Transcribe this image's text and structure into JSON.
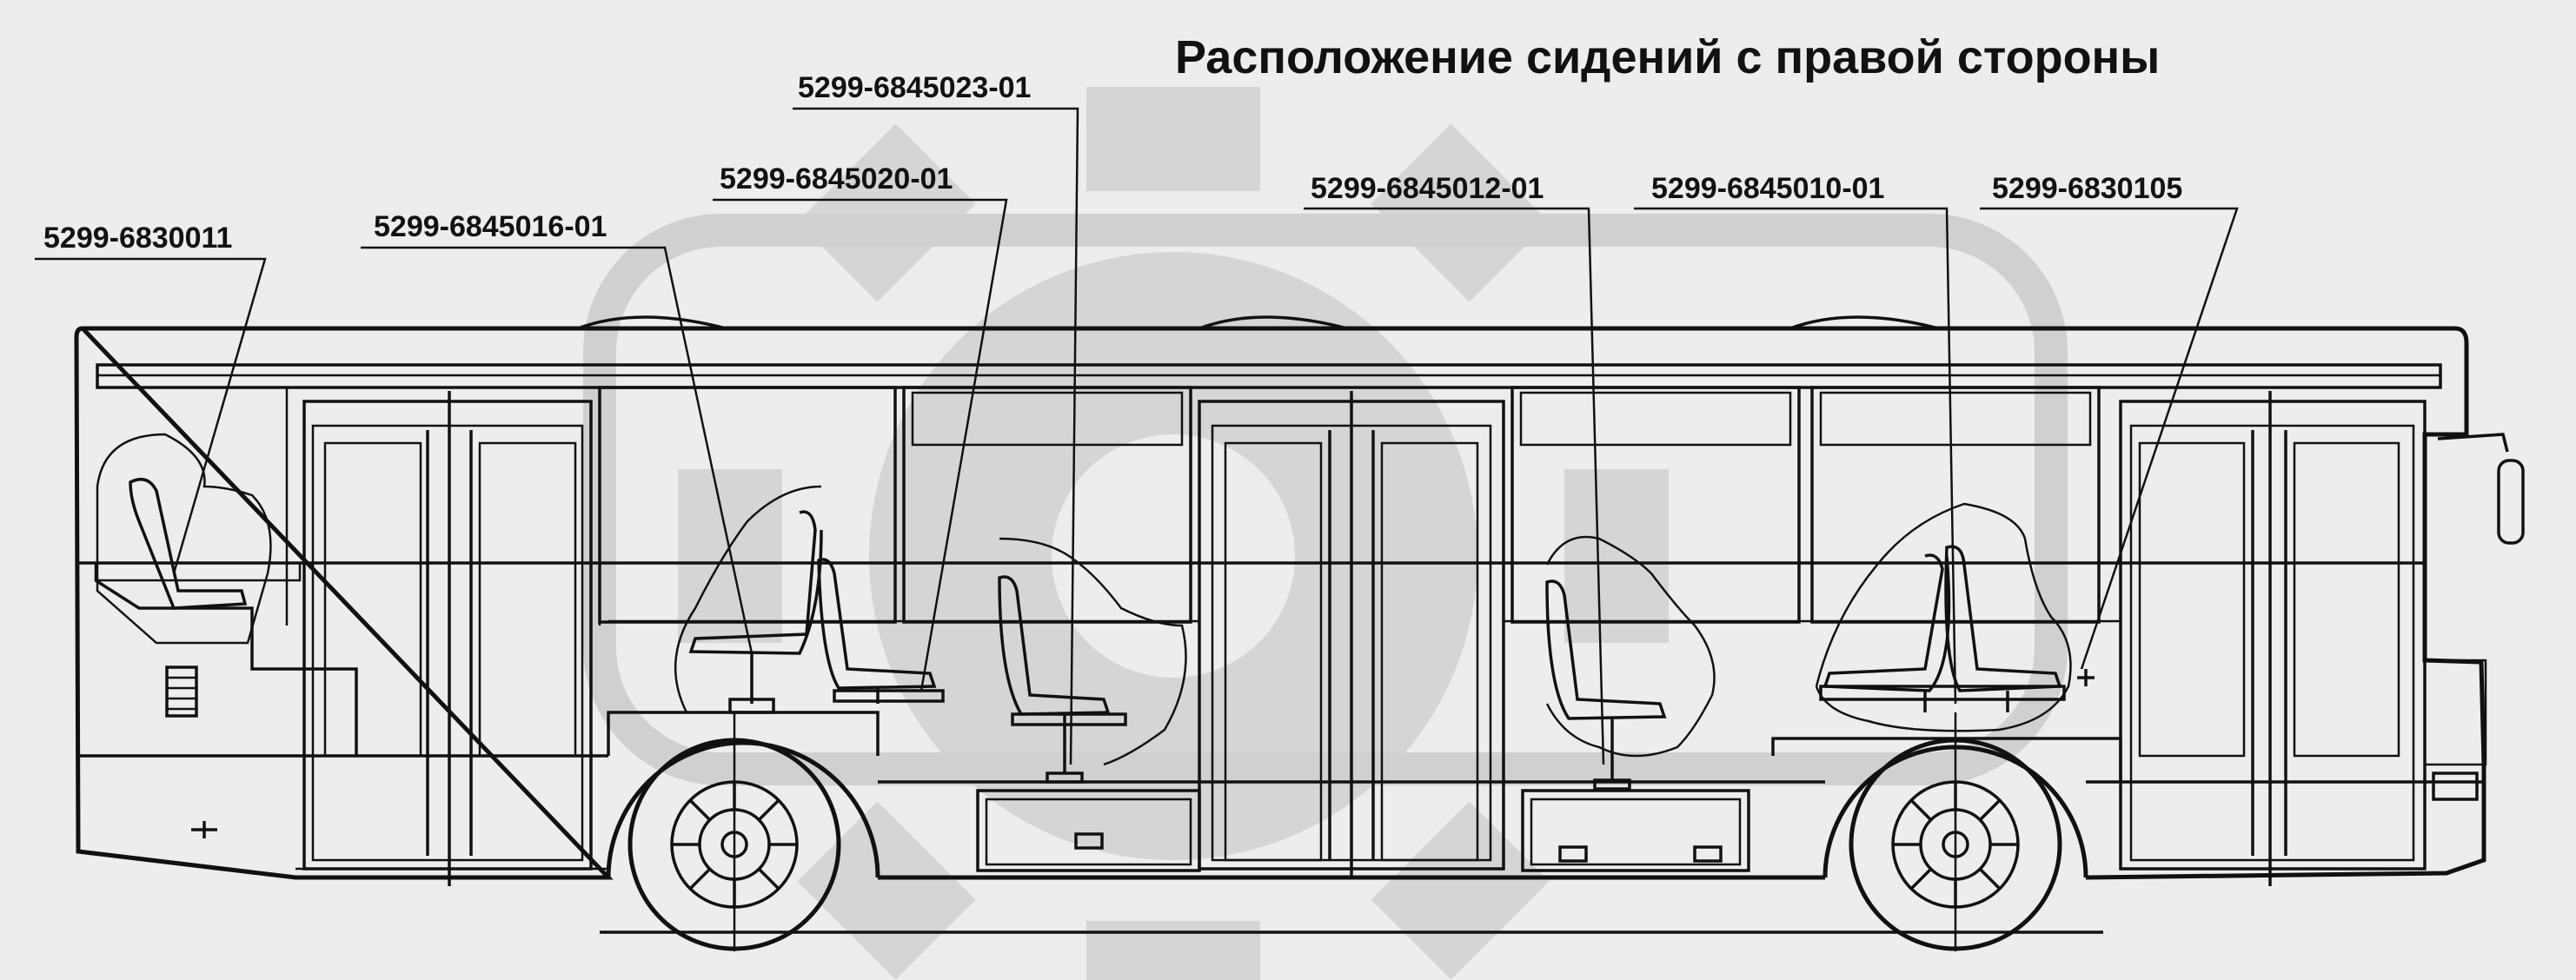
{
  "title": "Расположение сидений с правой стороны",
  "parts": [
    {
      "id": "seat-rear-left",
      "label": "5299-6830011"
    },
    {
      "id": "seat-16",
      "label": "5299-6845016-01"
    },
    {
      "id": "seat-20",
      "label": "5299-6845020-01"
    },
    {
      "id": "seat-23",
      "label": "5299-6845023-01"
    },
    {
      "id": "seat-12",
      "label": "5299-6845012-01"
    },
    {
      "id": "seat-10",
      "label": "5299-6845010-01"
    },
    {
      "id": "seat-front",
      "label": "5299-6830105"
    }
  ],
  "colors": {
    "background": "#ededed",
    "line": "#111111",
    "watermark": "#d4d4d4"
  }
}
